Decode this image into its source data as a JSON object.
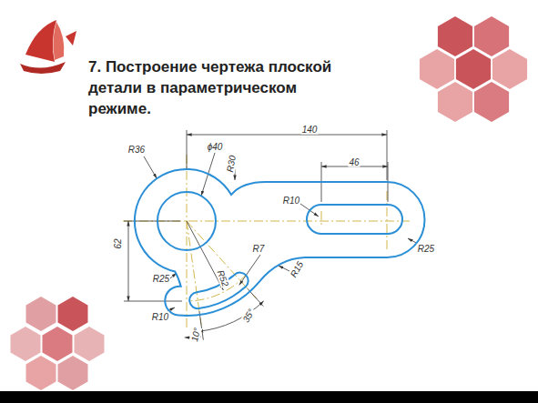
{
  "diagram": {
    "title": "7. Построение чертежа плоской детали в параметрическом режиме.",
    "labels": [
      "R36",
      "ϕ40",
      "R30",
      "140",
      "46",
      "R10",
      "62",
      "R7",
      "R15",
      "R25",
      "R52",
      "R25",
      "R10",
      "35°",
      "10°"
    ]
  }
}
